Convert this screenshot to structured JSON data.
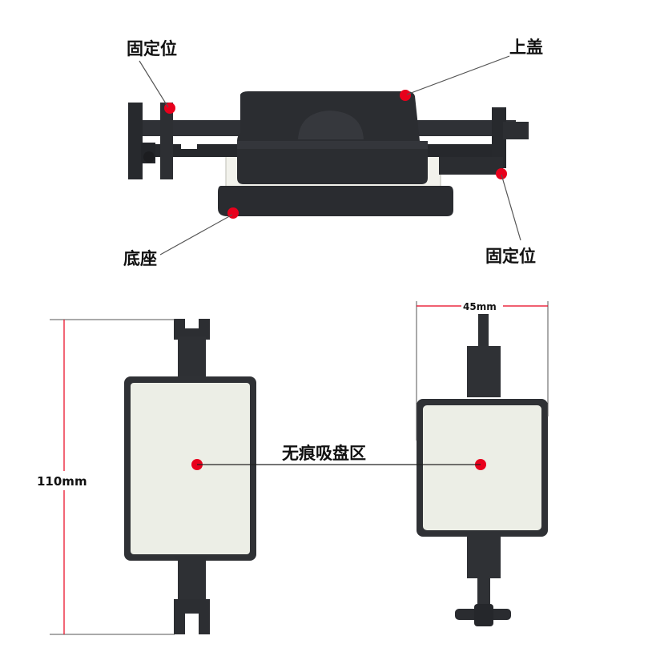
{
  "labels": {
    "fixed_left": "固定位",
    "top_cover": "上盖",
    "base": "底座",
    "fixed_right": "固定位",
    "suction_zone": "无痕吸盘区",
    "height_dim": "110mm",
    "width_dim": "45mm"
  },
  "colors": {
    "marker": "#e8001c",
    "plastic": "#2a2c30",
    "plastic_light": "#3b3d42",
    "pad": "#eceee6",
    "dim_line": "#e8001c"
  }
}
